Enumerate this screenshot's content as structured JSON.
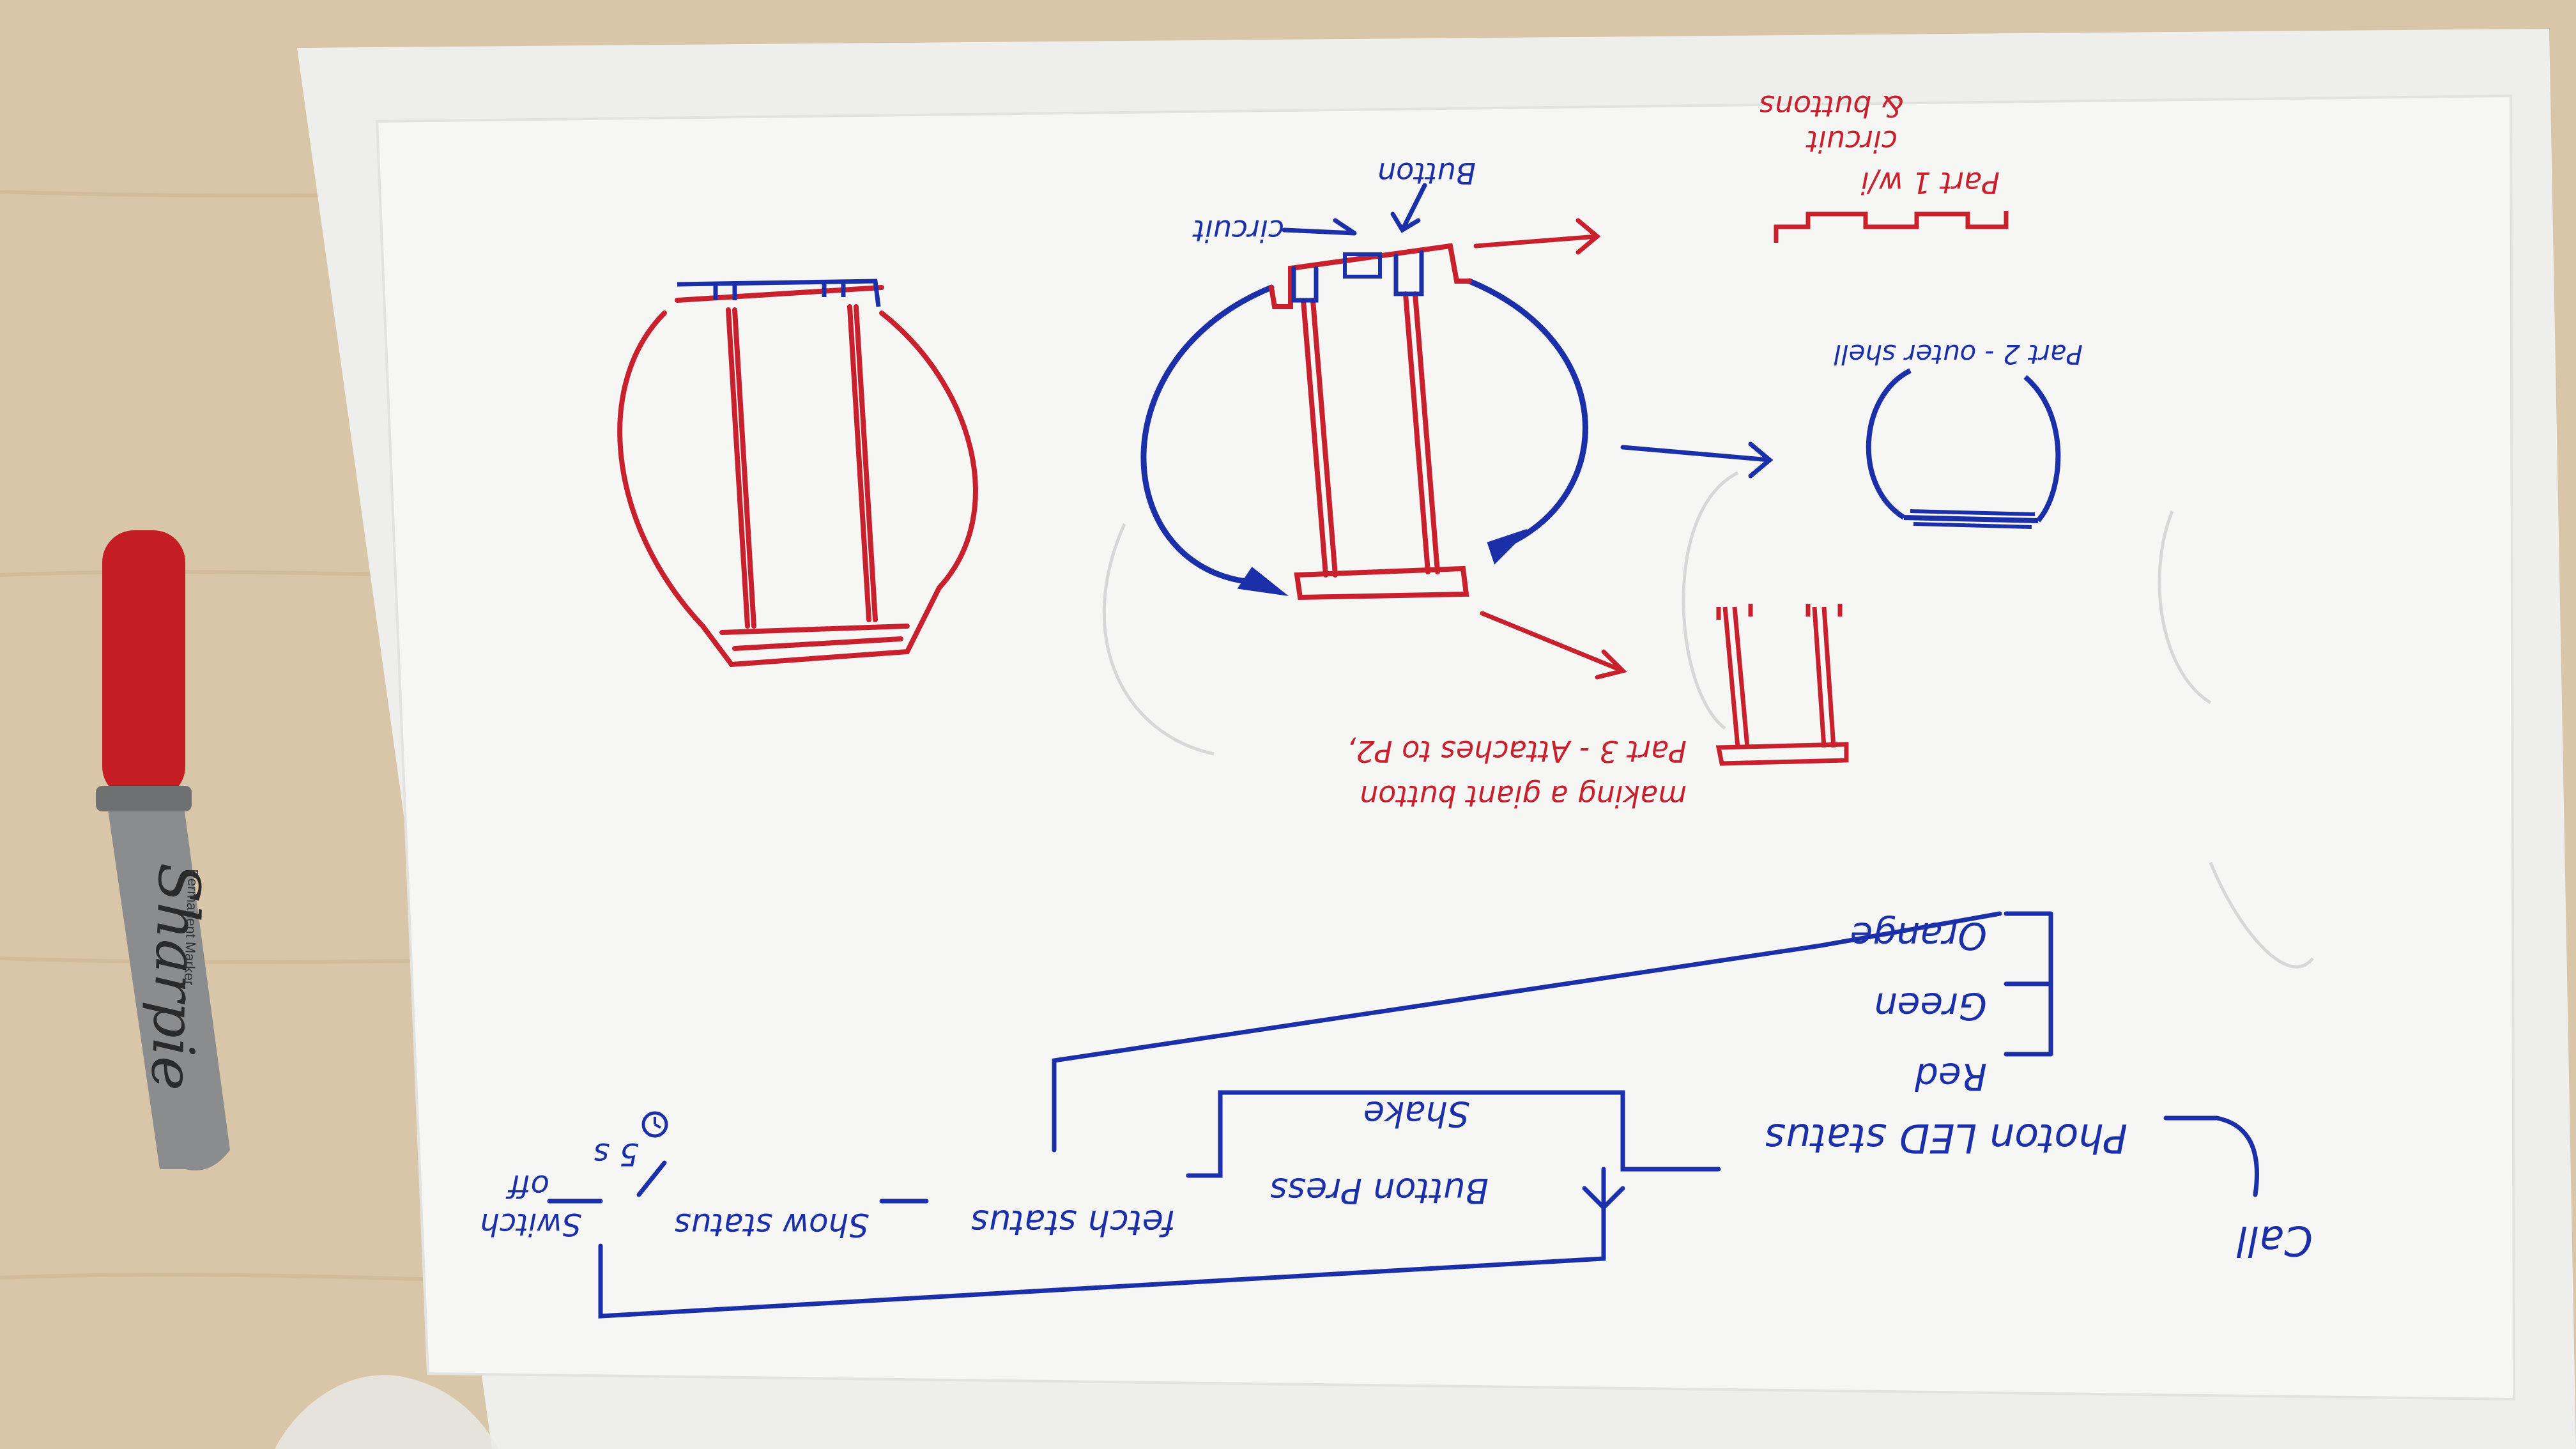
{
  "photo": {
    "subject": "Hand-drawn sketch on paper next to a red Sharpie marker",
    "colors": {
      "desk": "#d9c6a8",
      "paper": "#f6f6f4",
      "paper_under": "#eeeeec",
      "red_ink": "#c8202c",
      "blue_ink": "#1b2fa8",
      "marker_body": "#8a8c8e",
      "marker_cap": "#c41e24"
    },
    "marker": {
      "brand": "Sharpie",
      "line": "Permanent Marker"
    }
  },
  "sketch": {
    "labels": {
      "button": "Button",
      "circuit": "circuit",
      "part1_l1": "Part 1 w/i",
      "part1_l2": "circuit",
      "part1_l3": "& buttons",
      "part2": "Part 2 - outer shell",
      "part3_l1": "Part 3 - Attaches to P2,",
      "part3_l2": "making a giant button"
    }
  },
  "flow": {
    "call": "Call",
    "photon": "Photon LED status",
    "colors": [
      "Red",
      "Green",
      "Orange"
    ],
    "button_press": "Button Press",
    "shake": "Shake",
    "fetch": "fetch status",
    "show": "Show status",
    "switch_l1": "Switch",
    "switch_l2": "off",
    "timer": "5 s",
    "timer_icon": "clock-icon"
  }
}
